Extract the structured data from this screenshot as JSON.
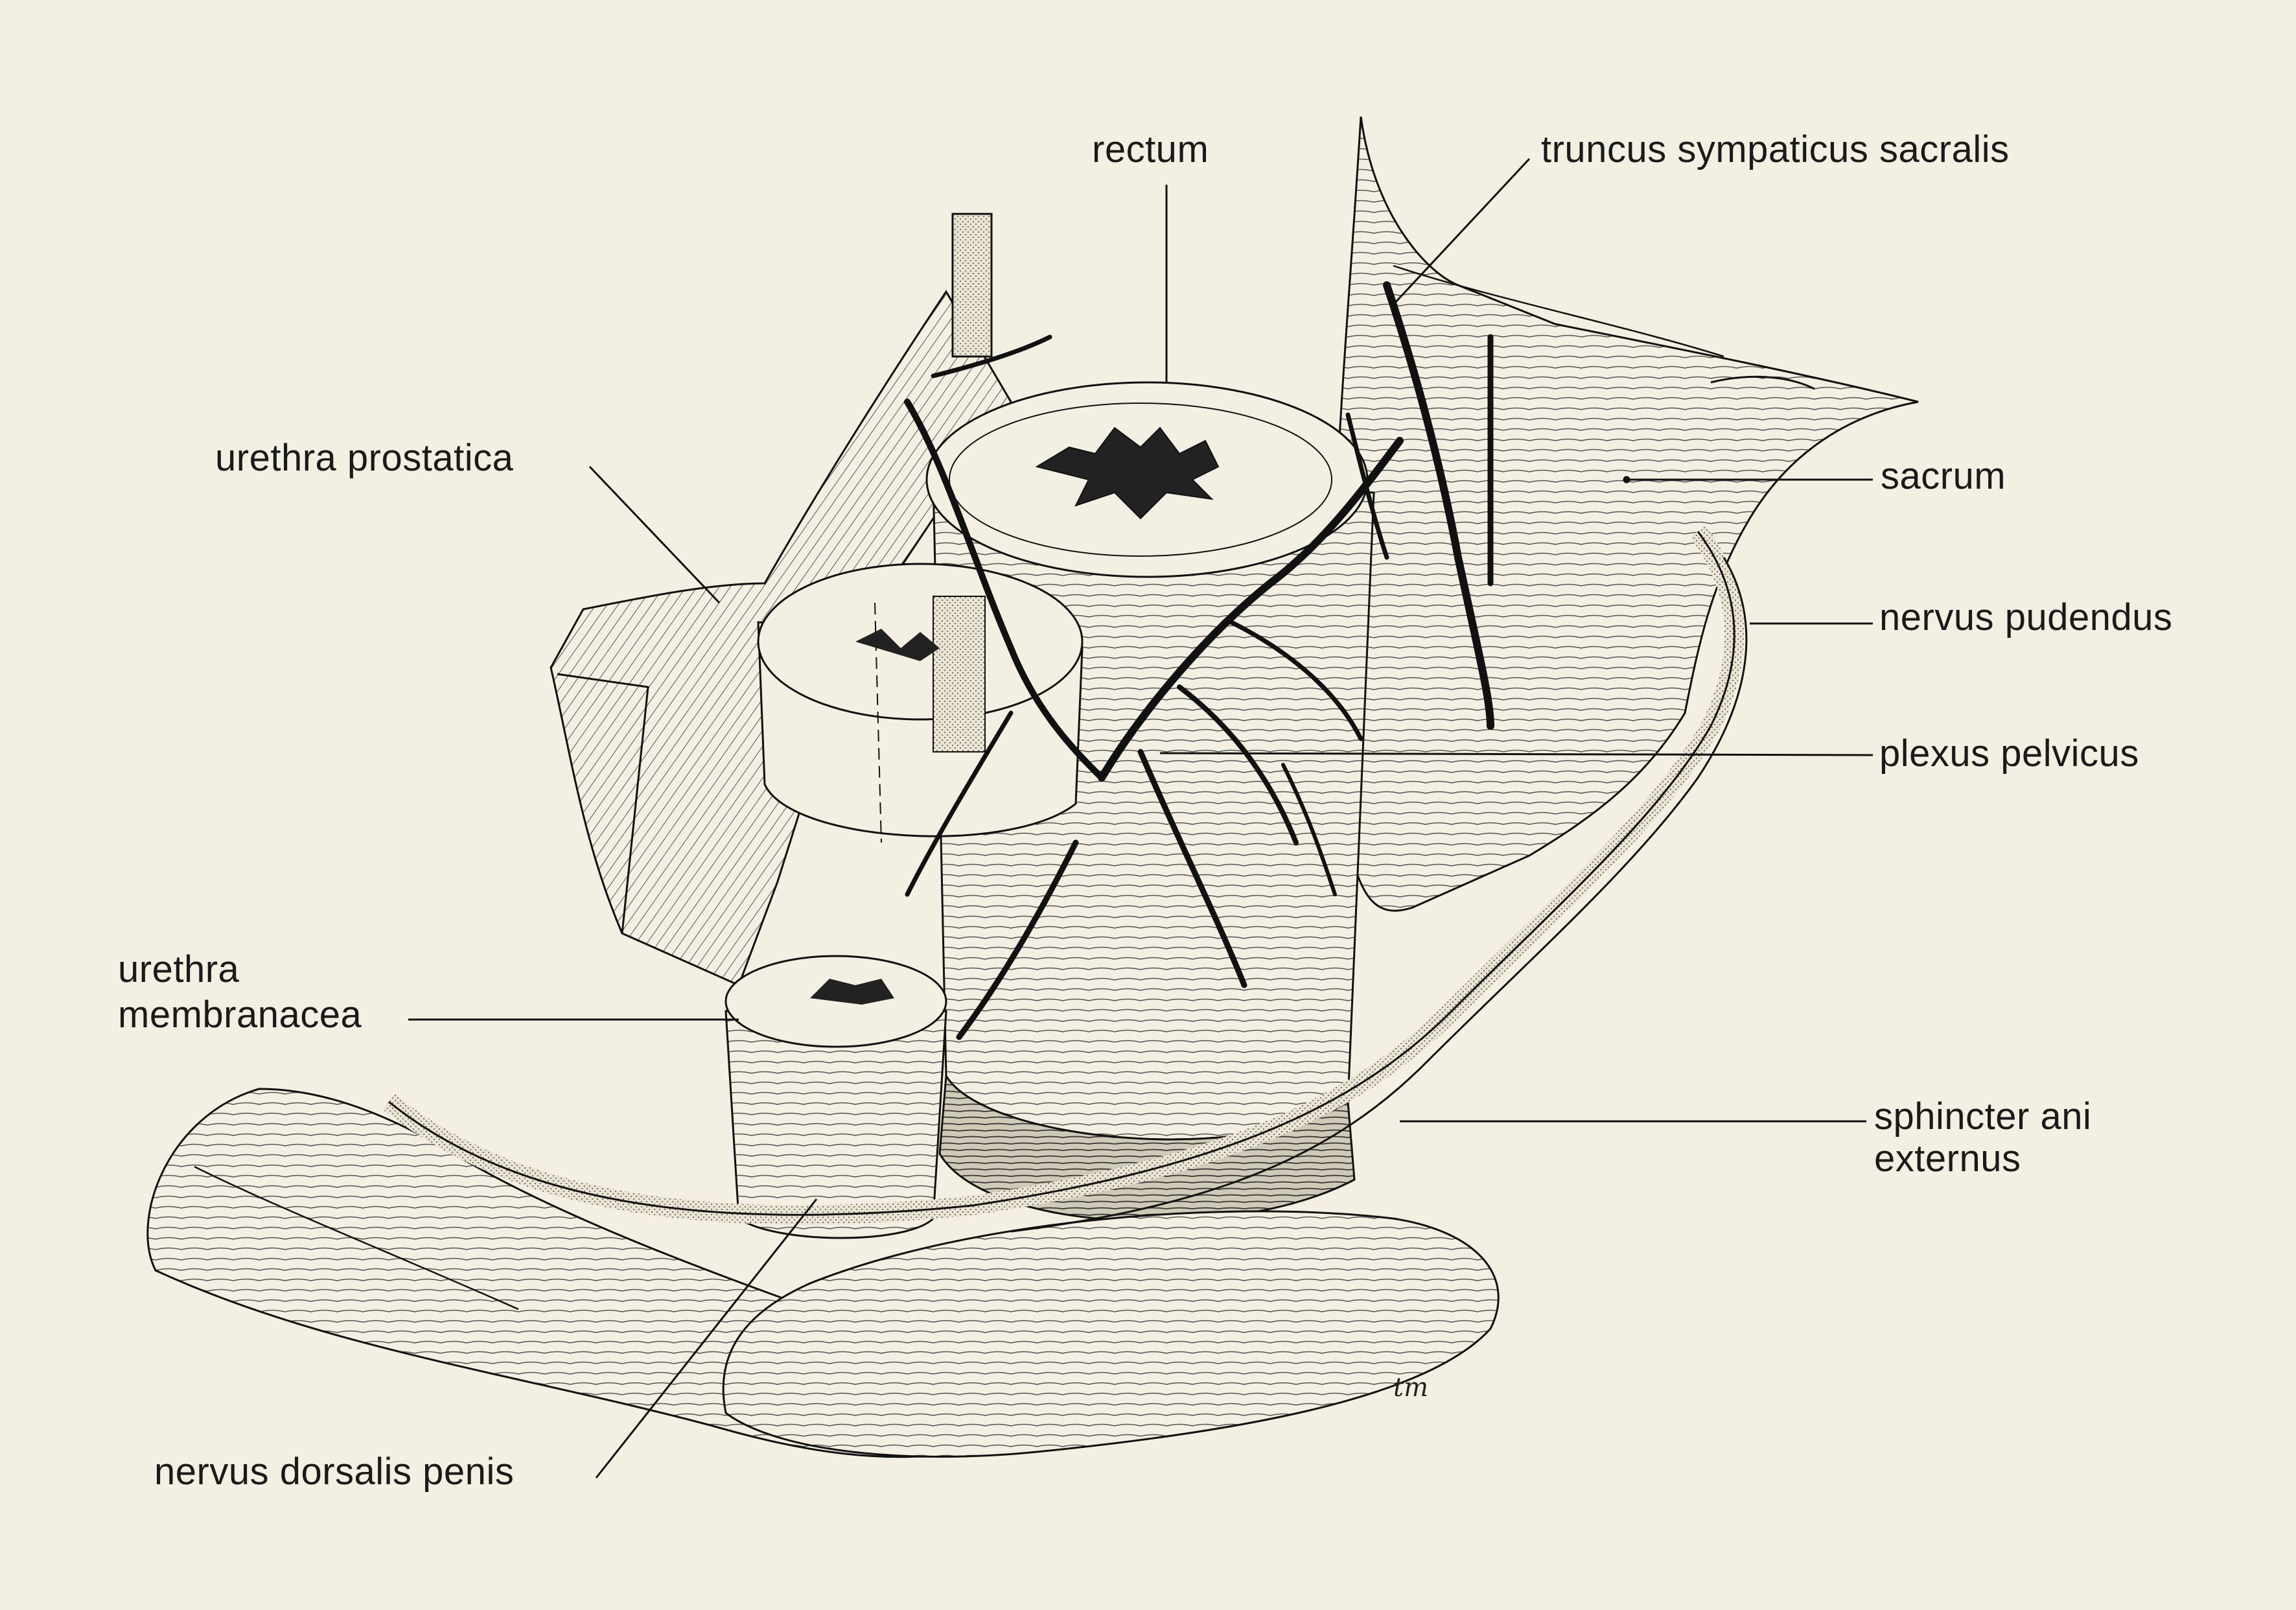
{
  "diagram": {
    "labels": {
      "rectum": "rectum",
      "truncus_sympaticus_sacralis": "truncus sympaticus sacralis",
      "urethra_prostatica": "urethra prostatica",
      "sacrum": "sacrum",
      "nervus_pudendus": "nervus pudendus",
      "plexus_pelvicus": "plexus pelvicus",
      "urethra_membranacea_line1": "urethra",
      "urethra_membranacea_line2": "membranacea",
      "sphincter_ani_externus_line1": "sphincter ani",
      "sphincter_ani_externus_line2": "externus",
      "nervus_dorsalis_penis": "nervus dorsalis penis"
    },
    "signature": "tm",
    "colors": {
      "paper": "#f3efe2",
      "ink": "#111111",
      "stipple": "#c9c4b4",
      "shade": "#d8d2c2"
    }
  }
}
